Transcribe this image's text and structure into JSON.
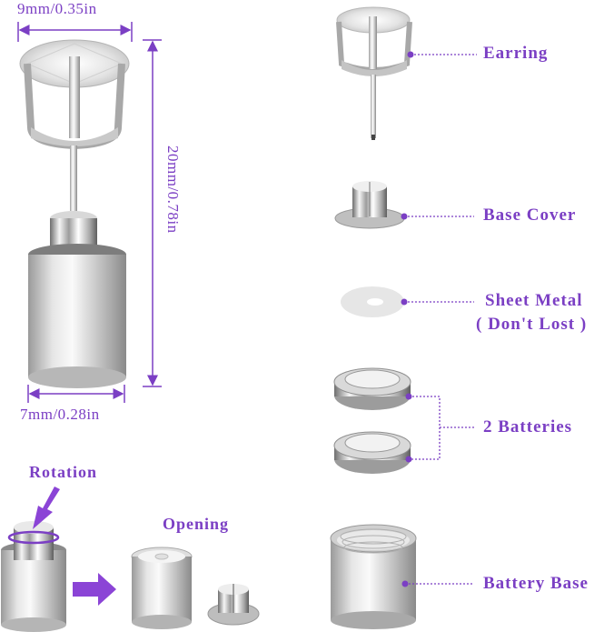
{
  "colors": {
    "accent": "#7b3fc4",
    "metal_light": "#f2f2f2",
    "metal_mid": "#c4c4c4",
    "metal_dark": "#8e8e8e",
    "background": "#ffffff"
  },
  "dimensions": {
    "top_width": "9mm/0.35in",
    "height": "20mm/0.78in",
    "bottom_width": "7mm/0.28in"
  },
  "steps": {
    "rotation": "Rotation",
    "opening": "Opening"
  },
  "parts": [
    {
      "id": "earring",
      "label": "Earring"
    },
    {
      "id": "base-cover",
      "label": "Base Cover"
    },
    {
      "id": "sheet-metal",
      "label": "Sheet Metal",
      "note": "( Don't Lost )"
    },
    {
      "id": "batteries",
      "label": "2 Batteries"
    },
    {
      "id": "battery-base",
      "label": "Battery Base"
    }
  ]
}
